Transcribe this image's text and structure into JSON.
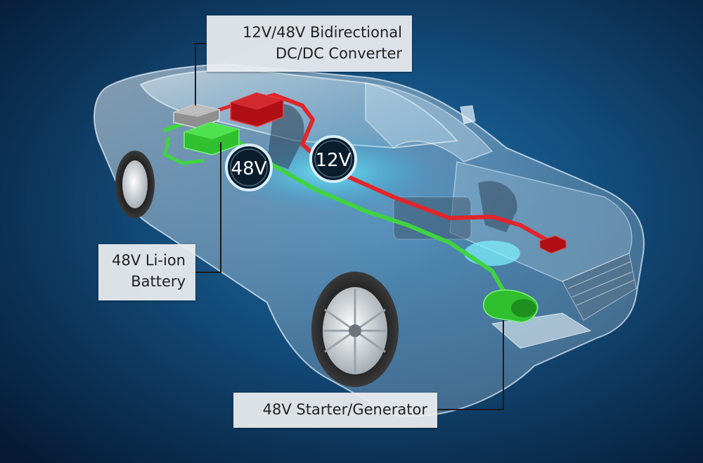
{
  "callouts": {
    "converter": {
      "line1": "12V/48V Bidirectional",
      "line2": "DC/DC Converter"
    },
    "battery": {
      "line1": "48V Li-ion",
      "line2": "Battery"
    },
    "starter": {
      "line1": "48V Starter/Generator"
    }
  },
  "badges": {
    "v48": "48V",
    "v12": "12V"
  },
  "colors": {
    "background": "#0a2a4a",
    "wire_12v": "#e2252b",
    "wire_48v": "#3fd43f",
    "component_12v": "#b01015",
    "component_48v": "#2fbf2f",
    "converter_box": "#9a9a9a",
    "badge_ring": "#d9eef7",
    "badge_fill": "#0a1d2c"
  }
}
